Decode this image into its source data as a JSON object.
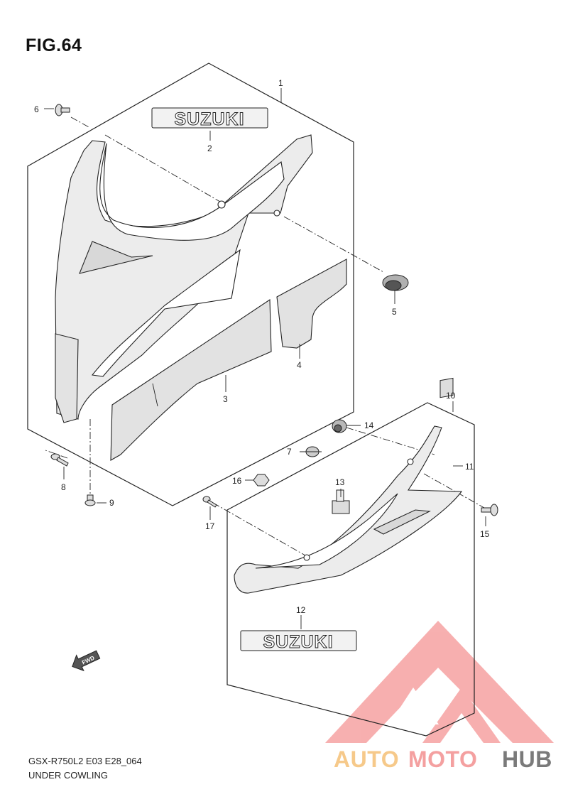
{
  "figure": {
    "title": "FIG.64",
    "code": "GSX-R750L2 E03 E28_064",
    "name": "UNDER COWLING"
  },
  "badge_text": "SUZUKI",
  "fwd_label": "FWD",
  "callouts": {
    "p1": "1",
    "p2": "2",
    "p3": "3",
    "p4": "4",
    "p5": "5",
    "p6": "6",
    "p7": "7",
    "p8": "8",
    "p9": "9",
    "p10": "10",
    "p11": "11",
    "p12": "12",
    "p13": "13",
    "p14": "14",
    "p15": "15",
    "p16": "16",
    "p17": "17"
  },
  "watermark": {
    "part1": "AUTO",
    "part2": "MOTO",
    "part3": "HUB",
    "colors": {
      "part1": "#f6c98a",
      "part2": "#f4a0a0",
      "part3": "#777777",
      "logo": "#f7a7a7"
    }
  }
}
